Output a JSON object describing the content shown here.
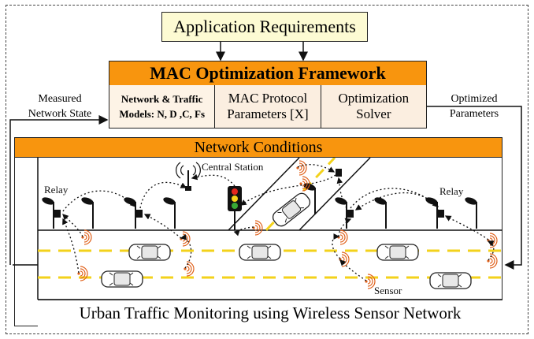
{
  "app_requirements": "Application Requirements",
  "framework": {
    "title": "MAC Optimization Framework",
    "models_line1": "Network & Traffic",
    "models_line2": "Models: N, D ,C, Fs",
    "mac_params_line1": "MAC Protocol",
    "mac_params_line2": "Parameters [X]",
    "solver_line1": "Optimization",
    "solver_line2": "Solver"
  },
  "left_label": {
    "line1": "Measured",
    "line2": "Network State"
  },
  "right_label": {
    "line1": "Optimized",
    "line2": "Parameters"
  },
  "network_conditions": "Network Conditions",
  "scene_labels": {
    "central_station": "Central Station",
    "relay_left": "Relay",
    "relay_right": "Relay",
    "sensor": "Sensor"
  },
  "caption": "Urban Traffic Monitoring using Wireless Sensor Network",
  "colors": {
    "orange": "#f8950e",
    "cream": "#fdfbd3",
    "peach": "#fbeee0",
    "lane_yellow": "#f3d21b",
    "signal_red": "#e4261c",
    "signal_yellow": "#f7d31a",
    "signal_green": "#38a935"
  }
}
